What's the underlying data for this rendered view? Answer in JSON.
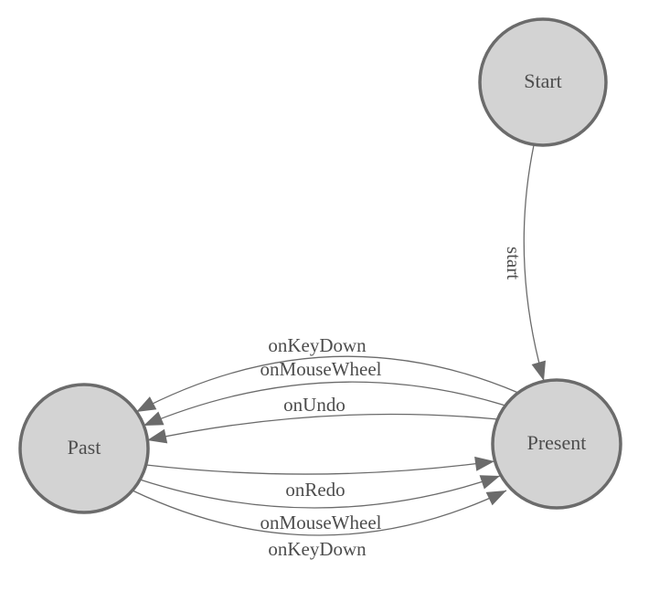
{
  "diagram": {
    "type": "state-machine",
    "colors": {
      "node_fill": "#d3d3d3",
      "node_stroke": "#6b6b6b",
      "edge_color": "#6b6b6b",
      "text_color": "#4d4d4d"
    },
    "nodes": [
      {
        "id": "start",
        "label": "Start"
      },
      {
        "id": "past",
        "label": "Past"
      },
      {
        "id": "present",
        "label": "Present"
      }
    ],
    "edges": [
      {
        "from": "start",
        "to": "present",
        "label": "start"
      },
      {
        "from": "present",
        "to": "past",
        "label": "onKeyDown"
      },
      {
        "from": "present",
        "to": "past",
        "label": "onMouseWheel"
      },
      {
        "from": "present",
        "to": "past",
        "label": "onUndo"
      },
      {
        "from": "past",
        "to": "present",
        "label": "onRedo"
      },
      {
        "from": "past",
        "to": "present",
        "label": "onMouseWheel"
      },
      {
        "from": "past",
        "to": "present",
        "label": "onKeyDown"
      }
    ]
  }
}
